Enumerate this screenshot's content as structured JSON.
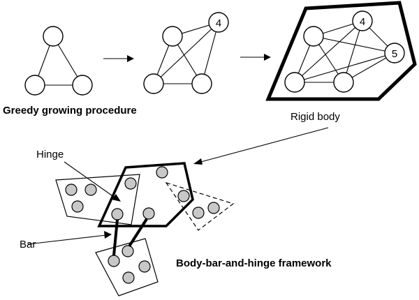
{
  "captions": {
    "greedy": "Greedy growing procedure",
    "rigid_body": "Rigid body",
    "hinge": "Hinge",
    "bar": "Bar",
    "framework": "Body-bar-and-hinge framework"
  },
  "node_labels": {
    "step2_node4": "4",
    "step3_node4": "4",
    "step3_node5": "5"
  },
  "colors": {
    "stroke": "#000000",
    "atom_fill": "#c8c8c8",
    "node_fill": "#ffffff",
    "background": "#ffffff"
  }
}
